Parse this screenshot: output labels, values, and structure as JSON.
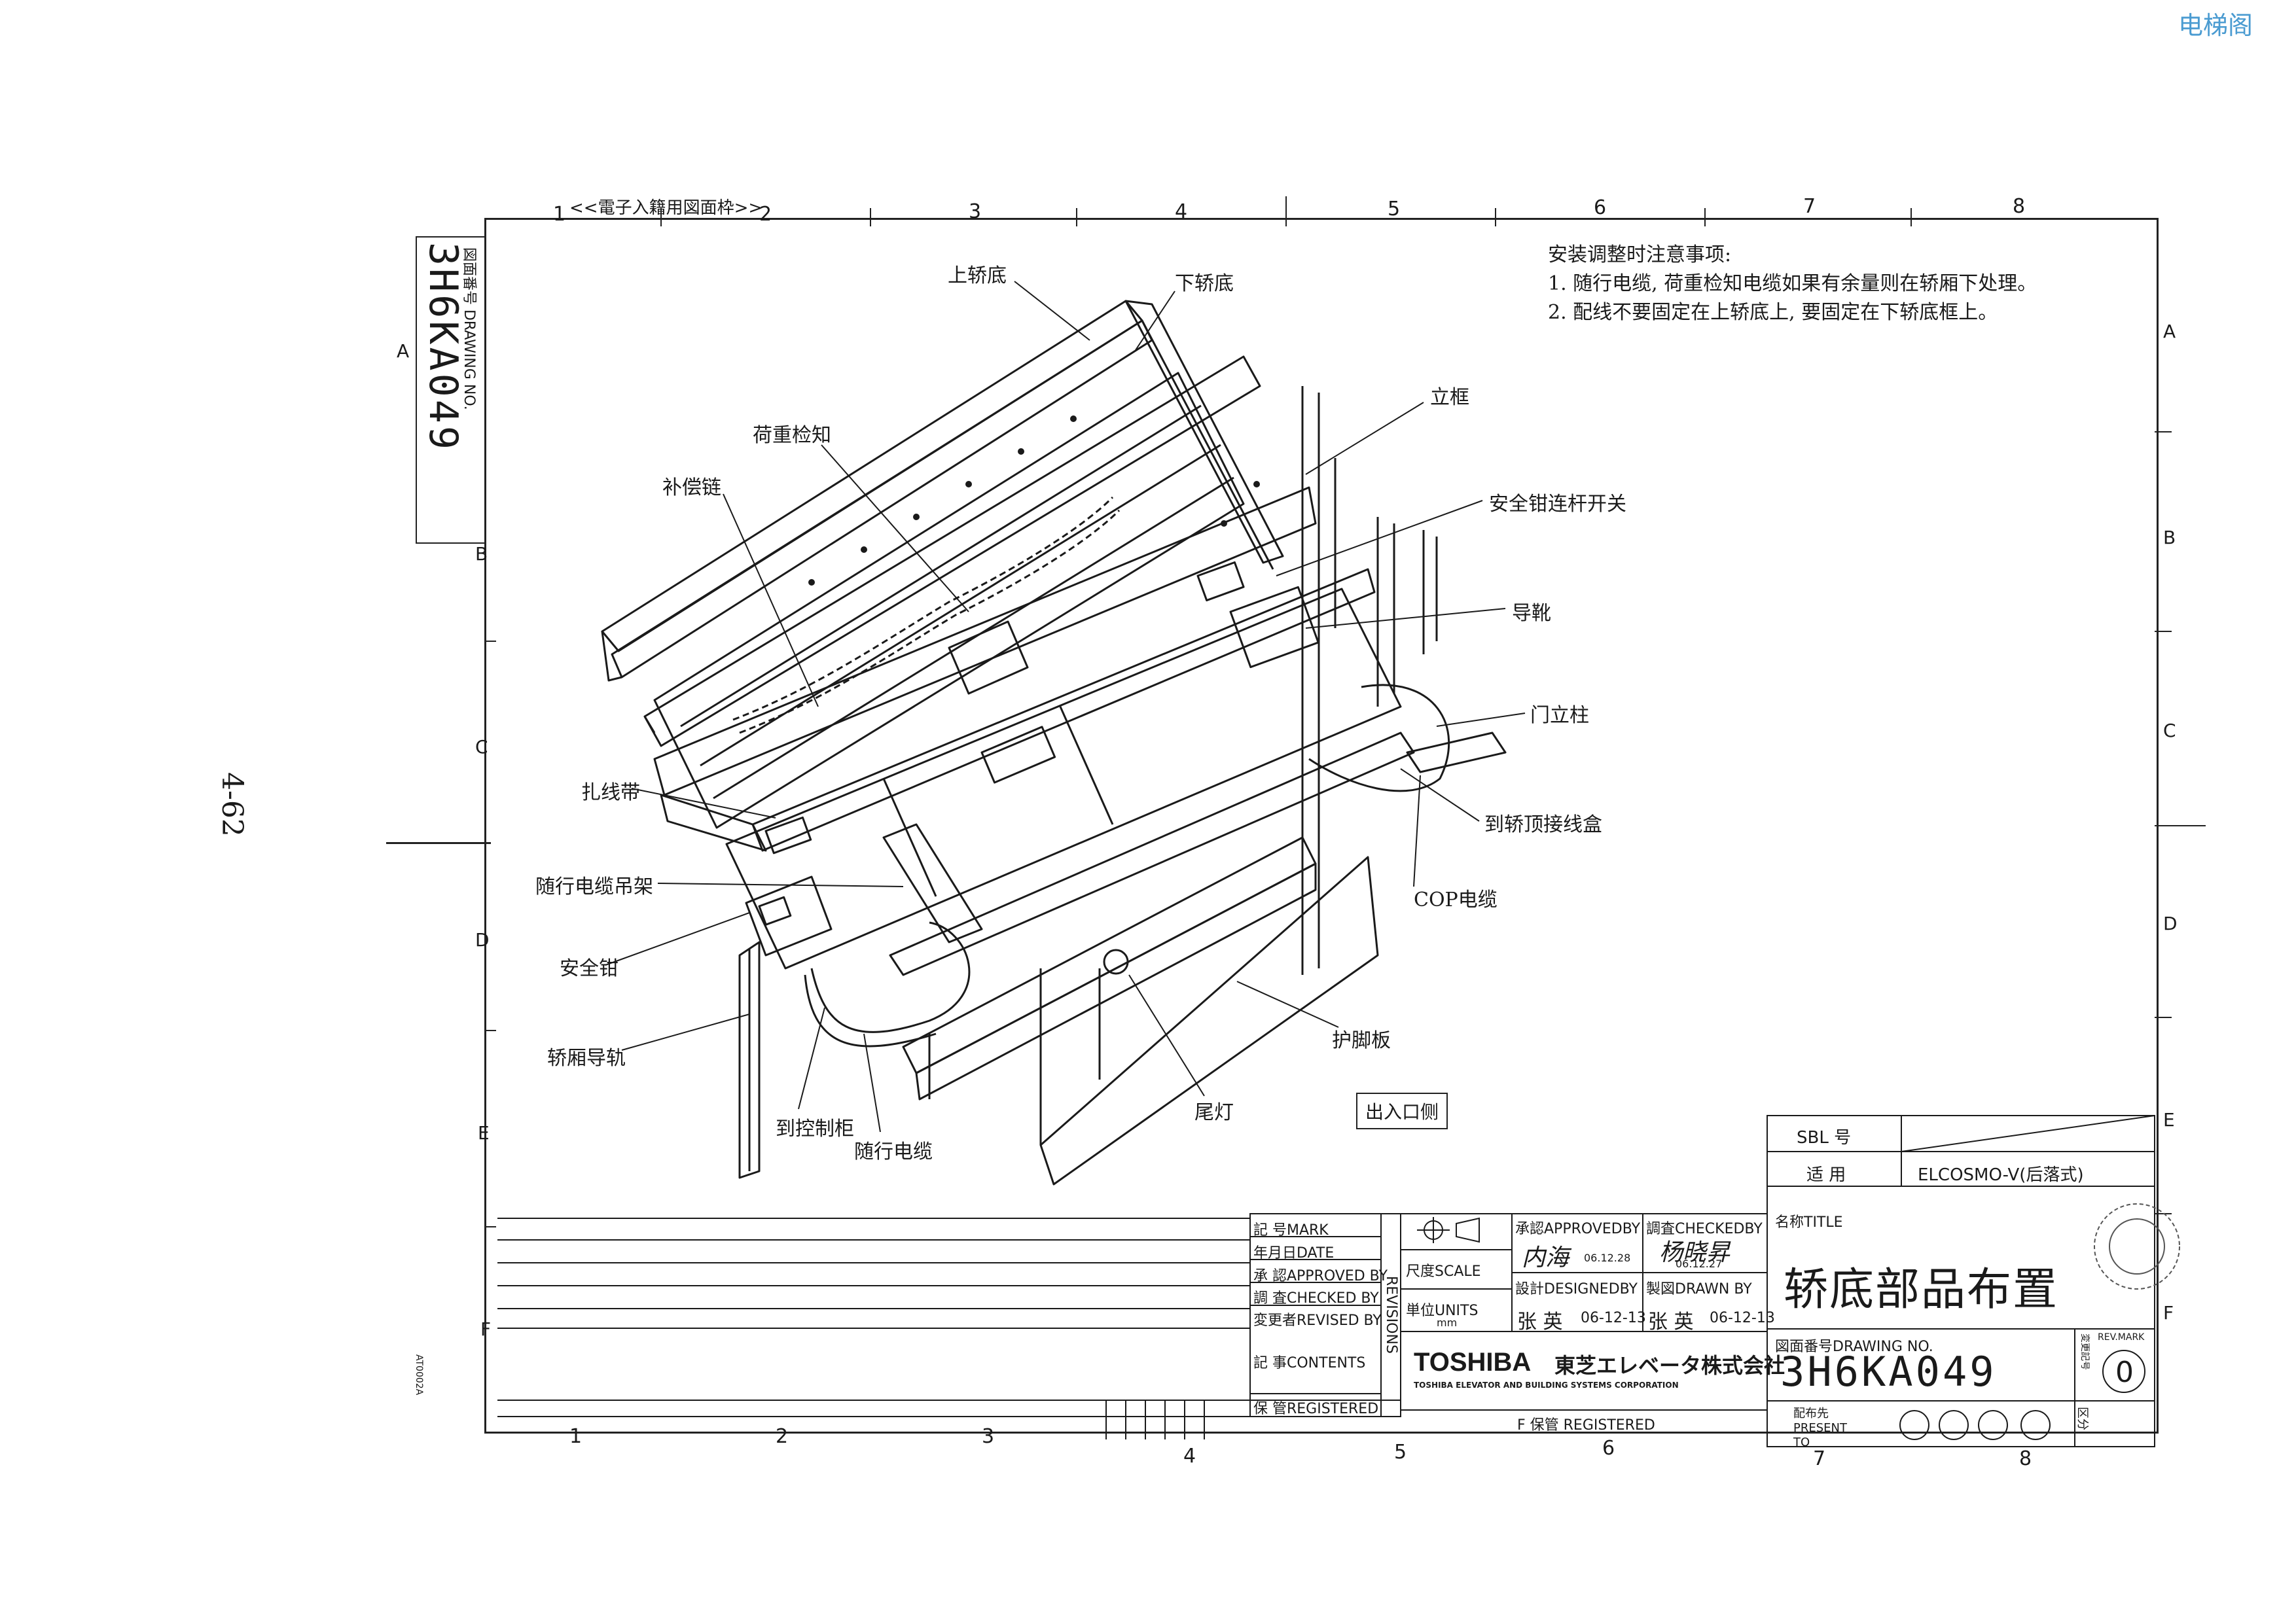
{
  "watermark": "电梯阁",
  "page_number": "4-62",
  "frame": {
    "top_label": "<<電子入籍用図面枠>>",
    "columns": [
      "1",
      "2",
      "3",
      "4",
      "5",
      "6",
      "7",
      "8"
    ],
    "rows": [
      "A",
      "B",
      "C",
      "D",
      "E",
      "F"
    ],
    "side_code": "AT0002A"
  },
  "drawing_number_box": {
    "label": "図面番号 DRAWING NO.",
    "number": "3H6KA049"
  },
  "notes": {
    "title": "安装调整时注意事项:",
    "items": [
      "1. 随行电缆, 荷重检知电缆如果有余量则在轿厢下处理。",
      "2. 配线不要固定在上轿底上, 要固定在下轿底框上。"
    ]
  },
  "callouts": {
    "upper_car_floor": "上轿底",
    "lower_car_floor": "下轿底",
    "load_detector": "荷重检知",
    "compensation_chain": "补偿链",
    "upright_frame": "立框",
    "safety_link_switch": "安全钳连杆开关",
    "guide_shoe": "导靴",
    "door_post": "门立柱",
    "cable_tie": "扎线带",
    "to_car_top_box": "到轿顶接线盒",
    "traveling_cable_hanger": "随行电缆吊架",
    "safety_gear": "安全钳",
    "cop_cable": "COP电缆",
    "car_guide_rail": "轿厢导轨",
    "toe_guard": "护脚板",
    "to_control_cabinet": "到控制柜",
    "tail_light": "尾灯",
    "traveling_cable": "随行电缆",
    "entrance_side": "出入口侧"
  },
  "title_block": {
    "sbl_label": "SBL 号",
    "applicable_label": "适 用",
    "applicable_value": "ELCOSMO-V(后落式)",
    "mark_label": "記 号MARK",
    "date_label": "年月日DATE",
    "approved_label": "承 認APPROVED BY",
    "checked_label": "調 査CHECKED BY",
    "revised_label": "変更者REVISED BY",
    "contents_label": "記 事CONTENTS",
    "registered_label": "保 管REGISTERED",
    "revisions_label": "REVISIONS",
    "scale_label": "尺度SCALE",
    "units_label": "単位UNITS",
    "units_value": "mm",
    "approvedby_label": "承認APPROVEDBY",
    "approvedby_sign": "内海",
    "approvedby_date": "06.12.28",
    "checkedby_label": "調査CHECKEDBY",
    "checkedby_sign": "杨晓昇",
    "checkedby_date": "06.12.27",
    "designedby_label": "設計DESIGNEDBY",
    "designedby_name": "张 英",
    "designedby_date": "06-12-13",
    "drawnby_label": "製図DRAWN BY",
    "drawnby_name": "张 英",
    "drawnby_date": "06-12-13",
    "company_logo": "TOSHIBA",
    "company_jp": "東芝エレベータ株式会社",
    "company_en": "TOSHIBA ELEVATOR AND BUILDING SYSTEMS CORPORATION",
    "title_label": "名称TITLE",
    "title_value": "轿底部品布置",
    "drawing_no_label": "図面番号DRAWING NO.",
    "drawing_no_value": "3H6KA049",
    "rev_mark_label": "REV.MARK",
    "rev_value": "0",
    "change_label": "変更記号",
    "present_to_label": "配布先 PRESENT TO",
    "division_label": "区分",
    "registered_bottom": "F 保管 REGISTERED"
  },
  "colors": {
    "ink": "#1a1a1a",
    "watermark": "#4a9bd1",
    "paper": "#ffffff"
  }
}
